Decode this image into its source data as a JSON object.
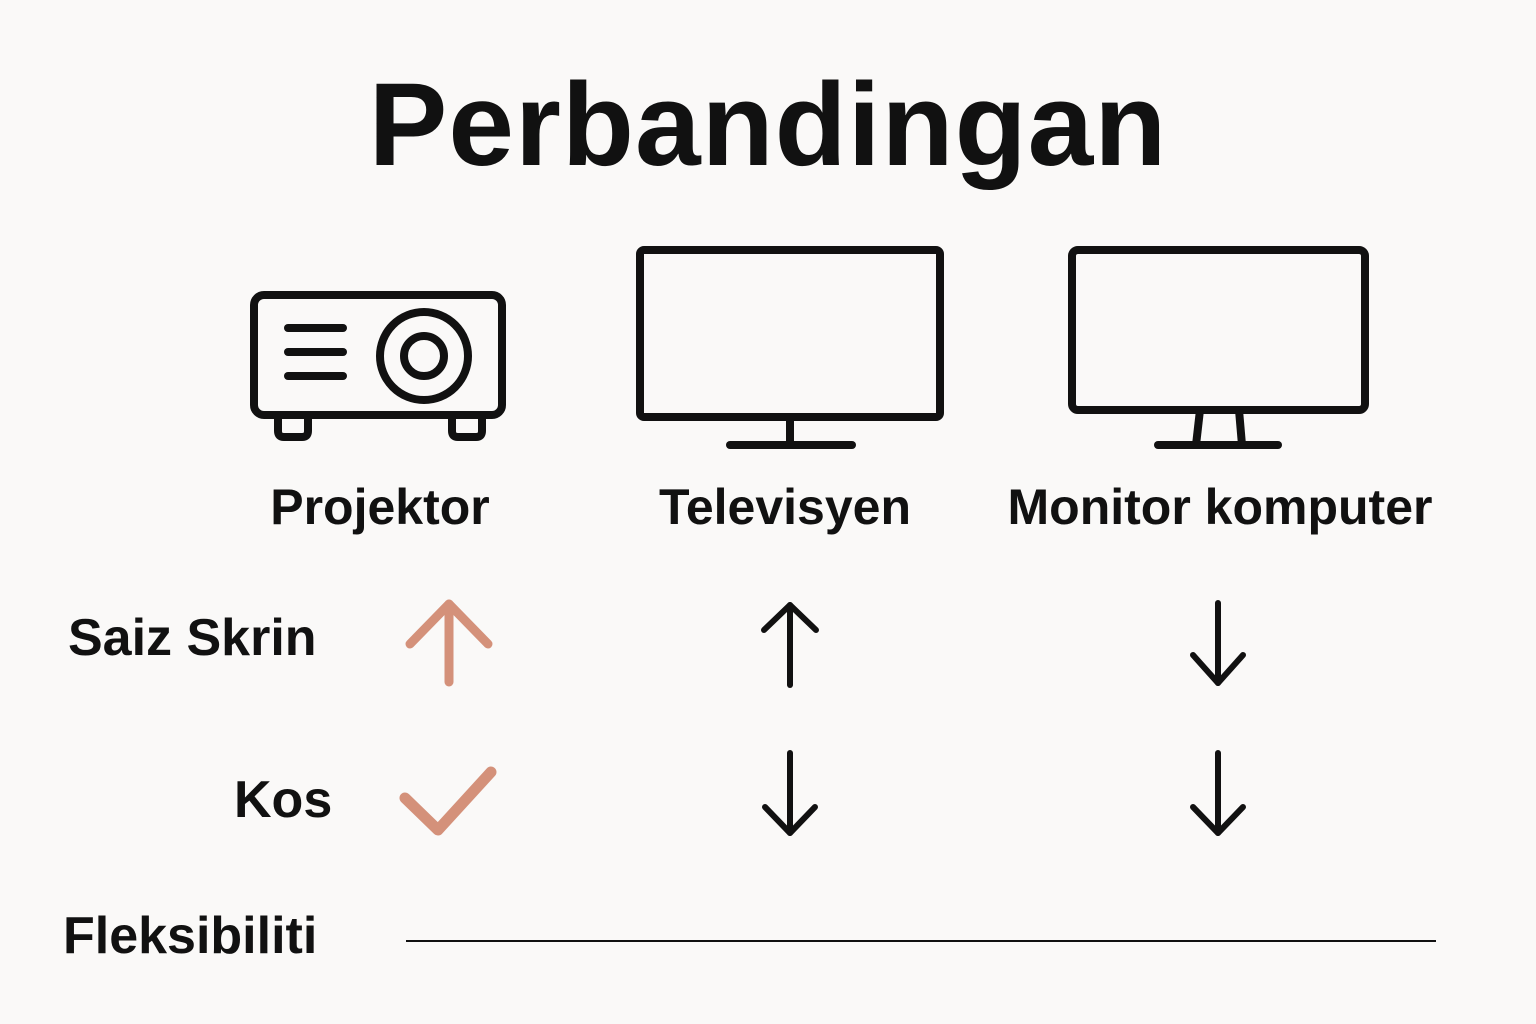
{
  "title": "Perbandingan",
  "colors": {
    "ink": "#111111",
    "accent": "#d4917a",
    "background": "#faf9f8"
  },
  "devices": [
    {
      "label": "Projektor",
      "icon": "projector-icon"
    },
    {
      "label": "Televisyen",
      "icon": "tv-icon"
    },
    {
      "label": "Monitor komputer",
      "icon": "monitor-icon"
    }
  ],
  "rows": [
    {
      "label": "Saiz Skrin",
      "markers": [
        "arrow-up",
        "arrow-up",
        "arrow-down"
      ]
    },
    {
      "label": "Kos",
      "markers": [
        "check",
        "arrow-down",
        "arrow-down"
      ]
    },
    {
      "label": "Fleksibiliti",
      "markers": []
    }
  ]
}
